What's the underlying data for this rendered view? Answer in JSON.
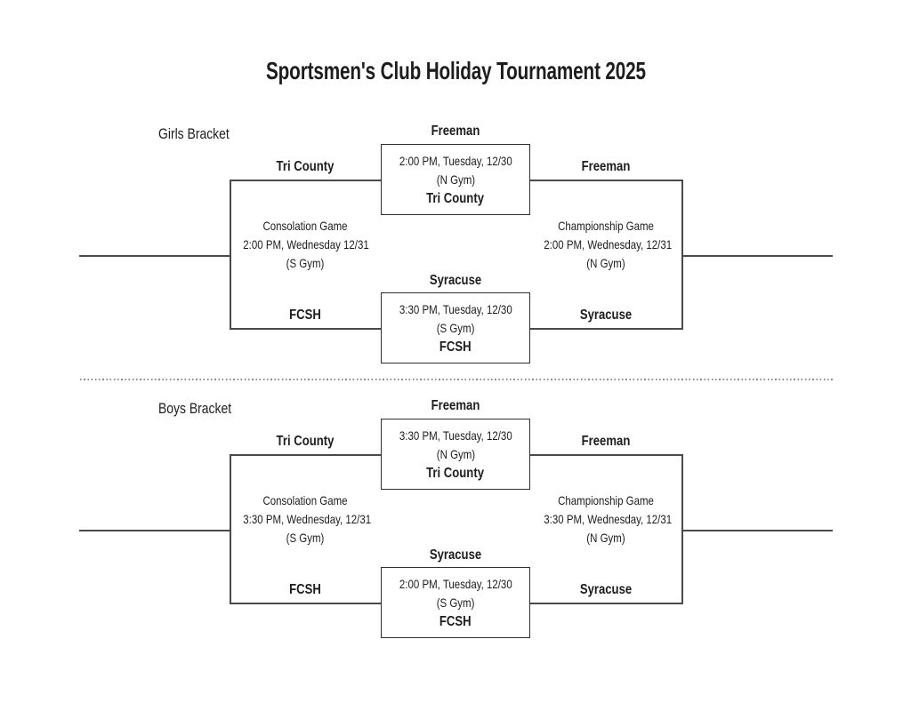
{
  "title": "Sportsmen's Club Holiday Tournament 2025",
  "colors": {
    "text": "#1d1d1d",
    "line": "#4a4a4a",
    "box_border": "#2e2e2e",
    "divider": "#8c8c8c",
    "bg": "#ffffff"
  },
  "brackets": [
    {
      "label": "Girls Bracket",
      "semifinal1": {
        "top_team": "Freeman",
        "time": "2:00 PM, Tuesday, 12/30",
        "venue": "(N Gym)",
        "bottom_team": "Tri County"
      },
      "semifinal2": {
        "top_team": "Syracuse",
        "time": "3:30 PM, Tuesday, 12/30",
        "venue": "(S Gym)",
        "bottom_team": "FCSH"
      },
      "consolation": {
        "top_team": "Tri County",
        "bottom_team": "FCSH",
        "title": "Consolation Game",
        "time": "2:00 PM, Wednesday 12/31",
        "venue": "(S Gym)"
      },
      "championship": {
        "top_team": "Freeman",
        "bottom_team": "Syracuse",
        "title": "Championship Game",
        "time": "2:00 PM, Wednesday, 12/31",
        "venue": "(N Gym)"
      }
    },
    {
      "label": "Boys Bracket",
      "semifinal1": {
        "top_team": "Freeman",
        "time": "3:30 PM, Tuesday, 12/30",
        "venue": "(N Gym)",
        "bottom_team": "Tri County"
      },
      "semifinal2": {
        "top_team": "Syracuse",
        "time": "2:00 PM, Tuesday, 12/30",
        "venue": "(S Gym)",
        "bottom_team": "FCSH"
      },
      "consolation": {
        "top_team": "Tri County",
        "bottom_team": "FCSH",
        "title": "Consolation Game",
        "time": "3:30 PM, Wednesday, 12/31",
        "venue": "(S Gym)"
      },
      "championship": {
        "top_team": "Freeman",
        "bottom_team": "Syracuse",
        "title": "Championship Game",
        "time": "3:30 PM, Wednesday, 12/31",
        "venue": "(N Gym)"
      }
    }
  ]
}
